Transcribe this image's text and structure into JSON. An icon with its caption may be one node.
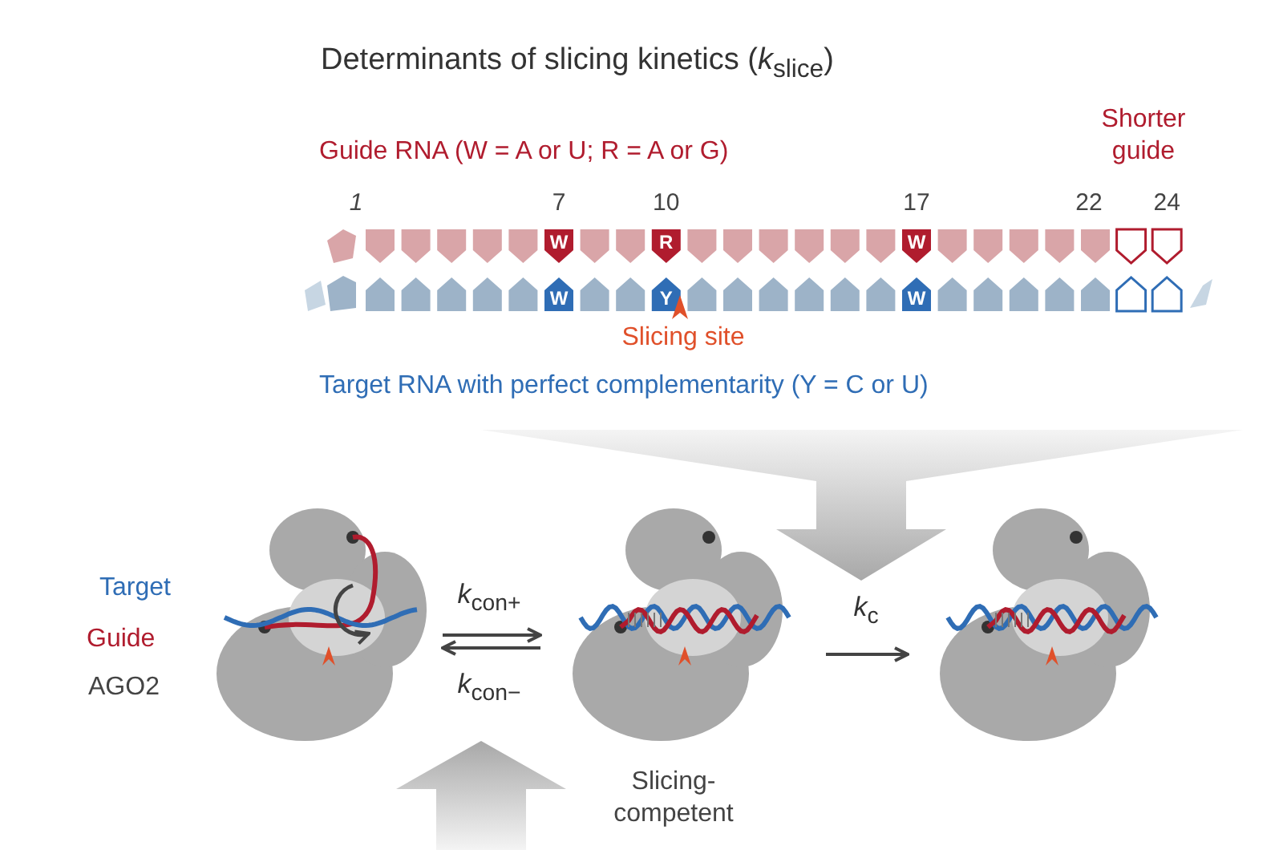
{
  "diagram": {
    "title": "Determinants of slicing kinetics (*k*$_{slice}$)",
    "nodes": [
      {
        "text": [],
        "shape": "picture",
        "beside": [
          "Target",
          "Guide",
          "AGO2"
        ]
      },
      {
        "text": [],
        "shape": "picture",
        "beside": [
          "Slicing- competent"
        ]
      },
      {
        "text": [],
        "shape": "picture"
      }
    ],
    "edges": [
      {
        "from": 0,
        "to": 1,
        "arrow": "to",
        "label": "*k*$_{con+}$"
      },
      {
        "from": 1,
        "to": 0,
        "arrow": "to",
        "label": "*k*$_{con−}$"
      },
      {
        "from": 1,
        "to": 2,
        "arrow": "to",
        "label": "*k*$_{c}$"
      }
    ],
    "labels": [
      "Guide RNA (W = A or U; R = A or G)",
      "Shorter guide",
      "1",
      "7",
      "10",
      "17",
      "22",
      "24",
      "W",
      "R",
      "W",
      "W",
      "Y",
      "W",
      "Slicing site",
      "Target RNA with perfect complementarity (Y = C or U)"
    ]
  }
}
